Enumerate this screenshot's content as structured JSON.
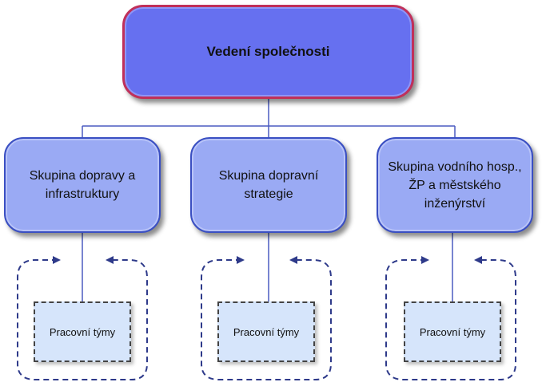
{
  "diagram": {
    "root": {
      "label": "Vedení společnosti"
    },
    "groups": [
      {
        "label": "Skupina dopravy a infrastruktury"
      },
      {
        "label": "Skupina dopravní strategie"
      },
      {
        "label": "Skupina vodního hosp., ŽP a městského inženýrství"
      }
    ],
    "teams": [
      {
        "label": "Pracovní týmy"
      },
      {
        "label": "Pracovní týmy"
      },
      {
        "label": "Pracovní týmy"
      }
    ],
    "colors": {
      "root_fill": "#6670f0",
      "root_border": "#c0305a",
      "group_fill": "#9aaaf4",
      "group_border": "#3a4fc2",
      "team_fill": "#d6e5fb",
      "connector": "#2e3a8a"
    }
  }
}
